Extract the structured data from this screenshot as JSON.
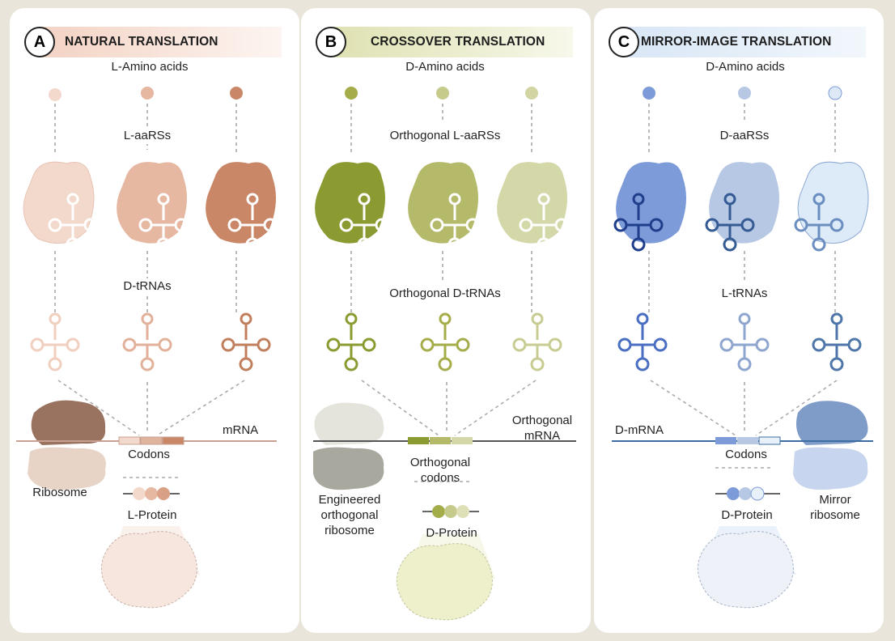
{
  "panels": [
    {
      "letter": "A",
      "title": "NATURAL TRANSLATION",
      "amino_acids": "L-Amino acids",
      "aars": "L-aaRSs",
      "trnas": "D-tRNAs",
      "mrna": "mRNA",
      "codons": "Codons",
      "ribosome": "Ribosome",
      "protein": "L-Protein",
      "colors": {
        "light": "#f3d9cc",
        "mid": "#e0b39d",
        "dark": "#c17f5e",
        "band": "#f6e4da",
        "line": "#c9a192"
      }
    },
    {
      "letter": "B",
      "title": "CROSSOVER TRANSLATION",
      "amino_acids": "D-Amino acids",
      "aars": "Orthogonal L-aaRSs",
      "trnas": "Orthogonal D-tRNAs",
      "mrna_line1": "Orthogonal",
      "mrna_line2": "mRNA",
      "codons_line1": "Orthogonal",
      "codons_line2": "codons",
      "ribosome_line1": "Engineered",
      "ribosome_line2": "orthogonal",
      "ribosome_line3": "ribosome",
      "protein": "D-Protein",
      "colors": {
        "light": "#d9dca7",
        "mid": "#b7bd6a",
        "dark": "#8c9a32",
        "band": "#eceed2",
        "line": "#555555"
      }
    },
    {
      "letter": "C",
      "title": "MIRROR-IMAGE TRANSLATION",
      "amino_acids": "D-Amino acids",
      "aars": "D-aaRSs",
      "trnas": "L-tRNAs",
      "mrna": "D-mRNA",
      "codons": "Codons",
      "ribosome_line1": "Mirror",
      "ribosome_line2": "ribosome",
      "protein": "D-Protein",
      "colors": {
        "light": "#d6e6f6",
        "mid": "#b7c8e4",
        "dark": "#7d9bd8",
        "band": "#e3edf8",
        "line": "#3c6ea3"
      }
    }
  ]
}
